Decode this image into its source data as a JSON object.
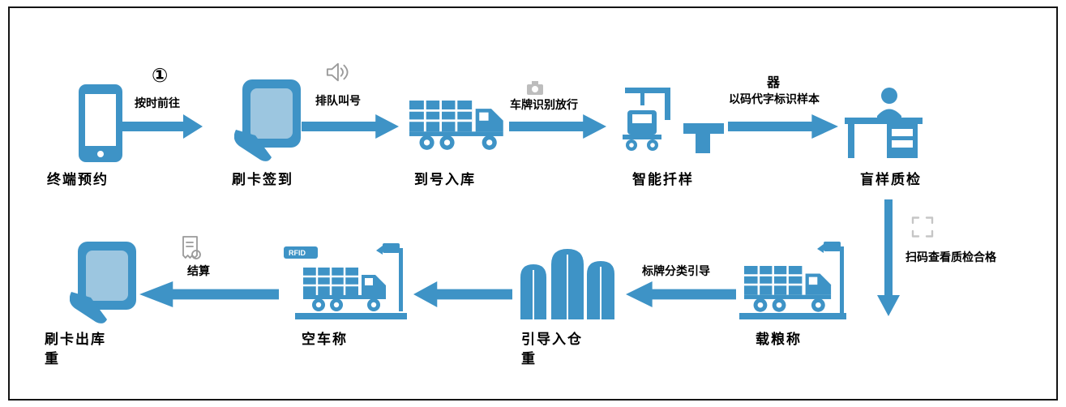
{
  "colors": {
    "primary": "#3E93C6",
    "primary_light": "#9CC6E0",
    "gray": "#9a9a9a",
    "light_gray": "#c6c6c6"
  },
  "top_row": {
    "steps": [
      {
        "label": "终端预约",
        "icon": "phone-icon"
      },
      {
        "label": "刷卡签到",
        "icon": "card-swipe-icon"
      },
      {
        "label": "到号入库",
        "icon": "grain-truck-icon"
      },
      {
        "label": "智能扦样",
        "icon": "sampler-gantry-icon"
      },
      {
        "label": "盲样质检",
        "icon": "inspector-desk-icon"
      }
    ],
    "arrows": [
      {
        "badge": "①",
        "label": "按时前往"
      },
      {
        "label": "排队叫号",
        "icon": "speaker-icon"
      },
      {
        "label": "车牌识别放行",
        "icon": "camera-icon"
      },
      {
        "label_line1": "器",
        "label": "以码代字标识样本"
      }
    ]
  },
  "connector": {
    "label": "扫码查看质检合格",
    "icon": "scan-frame-icon"
  },
  "bottom_row": {
    "steps": [
      {
        "label": "载粮称",
        "icon": "loaded-truck-scale-icon"
      },
      {
        "label_line1": "引导入仓",
        "label_line2": "重",
        "icon": "silos-icon"
      },
      {
        "label": "空车称",
        "icon": "empty-truck-scale-icon",
        "tag": "RFID"
      },
      {
        "label_line1": "刷卡出库",
        "label_line2": "重",
        "icon": "card-exit-icon"
      }
    ],
    "arrows": [
      {
        "label": "标牌分类引导"
      },
      {
        "label": ""
      },
      {
        "label": "结算",
        "icon": "receipt-icon"
      }
    ]
  }
}
